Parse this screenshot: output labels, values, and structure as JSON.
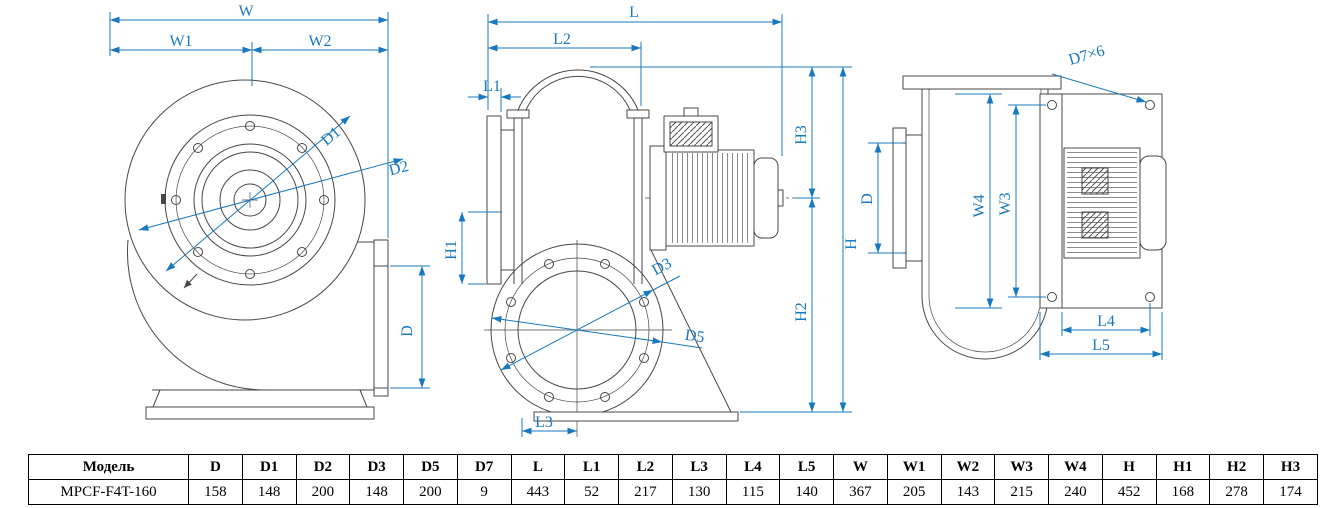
{
  "colors": {
    "dimension": "#1878c0",
    "drawing": "#474747",
    "table_border": "#000000",
    "background": "#ffffff"
  },
  "labels": {
    "front": {
      "w": "W",
      "w1": "W1",
      "w2": "W2",
      "d1": "D1",
      "d2": "D2",
      "d": "D"
    },
    "side": {
      "l": "L",
      "l1": "L1",
      "l2": "L2",
      "l3": "L3",
      "h": "H",
      "h1": "H1",
      "h2": "H2",
      "h3": "H3",
      "d3": "D3",
      "d5": "D5"
    },
    "rear": {
      "d": "D",
      "w3": "W3",
      "w4": "W4",
      "l4": "L4",
      "l5": "L5",
      "d7": "D7×6"
    }
  },
  "table": {
    "headers": [
      "Модель",
      "D",
      "D1",
      "D2",
      "D3",
      "D5",
      "D7",
      "L",
      "L1",
      "L2",
      "L3",
      "L4",
      "L5",
      "W",
      "W1",
      "W2",
      "W3",
      "W4",
      "H",
      "H1",
      "H2",
      "H3"
    ],
    "rows": [
      [
        "MPCF-F4T-160",
        "158",
        "148",
        "200",
        "148",
        "200",
        "9",
        "443",
        "52",
        "217",
        "130",
        "115",
        "140",
        "367",
        "205",
        "143",
        "215",
        "240",
        "452",
        "168",
        "278",
        "174"
      ]
    ]
  }
}
